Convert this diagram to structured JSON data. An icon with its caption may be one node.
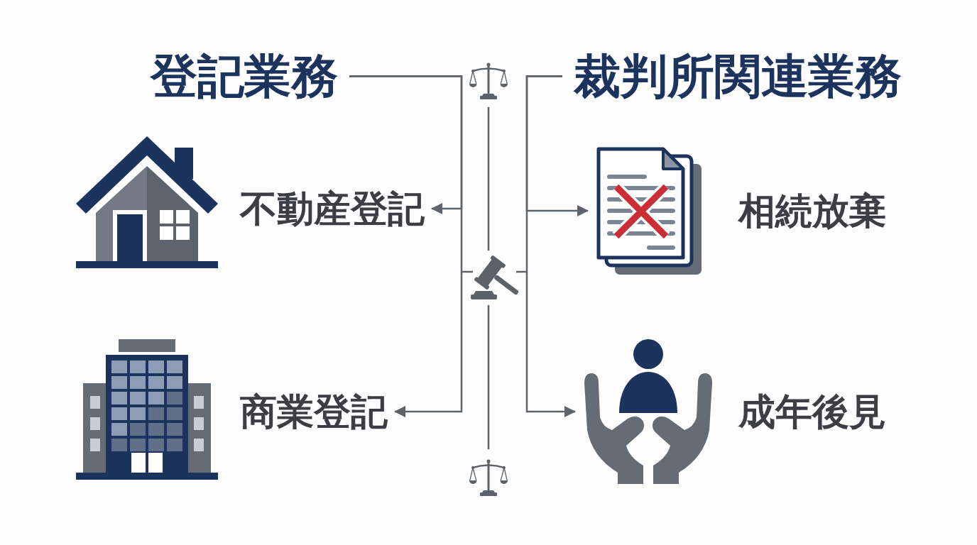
{
  "diagram": {
    "nodes": [
      {
        "text": [
          "登記業務"
        ]
      },
      {
        "text": [
          "不動産登記"
        ]
      },
      {
        "text": [
          "商業登記"
        ]
      },
      {
        "text": [
          "裁判所関連業務"
        ]
      },
      {
        "text": [
          "相続放棄"
        ]
      },
      {
        "text": [
          "成年後見"
        ]
      }
    ],
    "edges": [
      {
        "from": 0,
        "to": 1,
        "arrow": "to"
      },
      {
        "from": 0,
        "to": 2,
        "arrow": "to"
      },
      {
        "from": 3,
        "to": 4,
        "arrow": "to"
      },
      {
        "from": 3,
        "to": 5,
        "arrow": "to"
      }
    ]
  }
}
